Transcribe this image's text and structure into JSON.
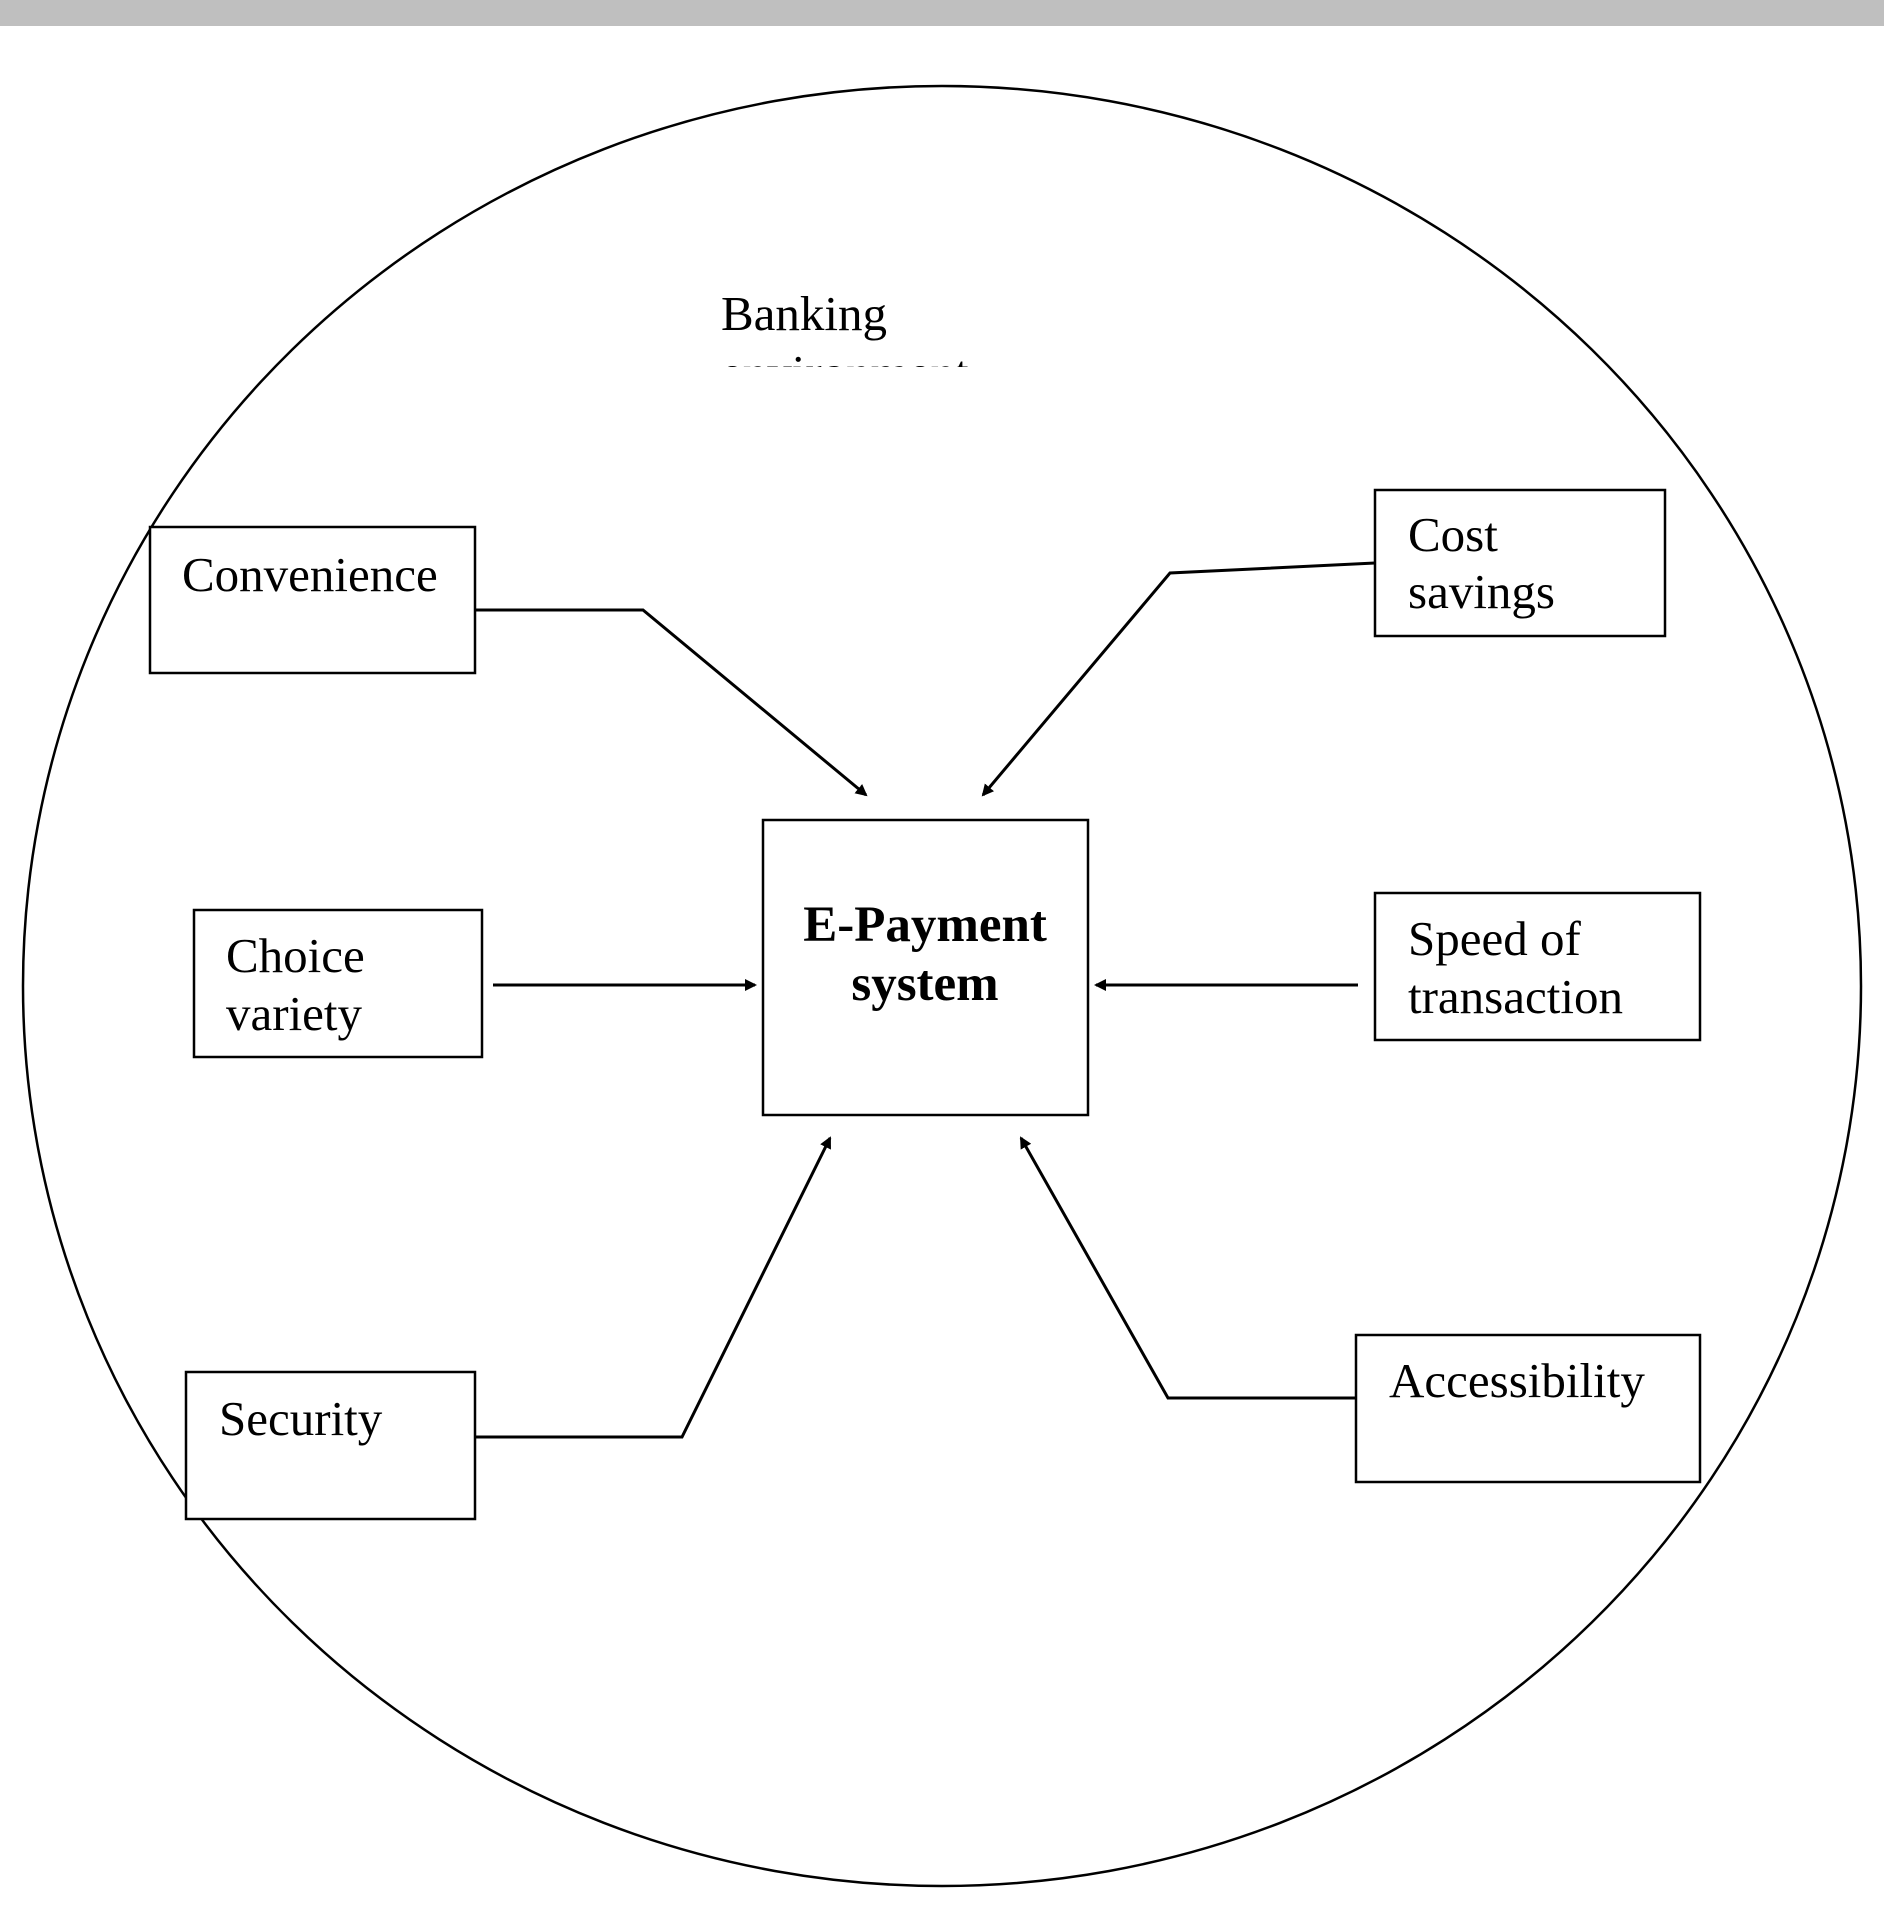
{
  "diagram": {
    "environment_label": "Banking",
    "environment_label_clipped": "environment",
    "center": {
      "line1": "E-Payment",
      "line2": "system"
    },
    "factors": {
      "convenience": {
        "line1": "Convenience"
      },
      "cost_savings": {
        "line1": "Cost",
        "line2": "savings"
      },
      "choice_variety": {
        "line1": "Choice",
        "line2": "variety"
      },
      "speed_of_transaction": {
        "line1": "Speed of",
        "line2": "transaction"
      },
      "security": {
        "line1": "Security"
      },
      "accessibility": {
        "line1": "Accessibility"
      }
    }
  }
}
